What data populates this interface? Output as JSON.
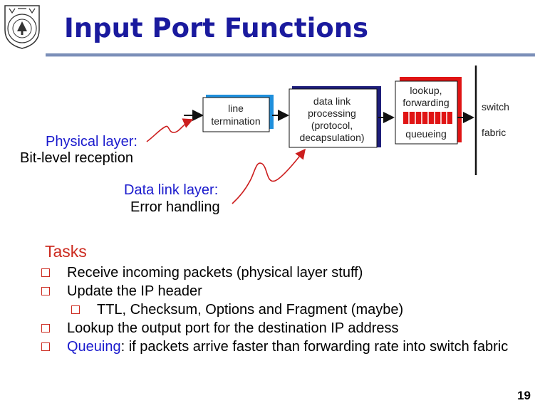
{
  "header": {
    "title": "Input Port Functions"
  },
  "diagram": {
    "line_termination": [
      "line",
      "termination"
    ],
    "data_link_processing": [
      "data link",
      "processing",
      "(protocol,",
      "decapsulation)"
    ],
    "lookup": [
      "lookup,",
      "forwarding"
    ],
    "queueing": "queueing",
    "switch_fabric": [
      "switch",
      "fabric"
    ],
    "colors": {
      "line_term_accent": "#1e8fdc",
      "datalink_accent": "#1e1e7a",
      "lookup_accent": "#e01414"
    }
  },
  "annotations": {
    "physical_title": "Physical layer:",
    "physical_desc": "Bit-level reception",
    "datalink_title": "Data link layer:",
    "datalink_desc": "Error handling"
  },
  "tasks": {
    "heading": "Tasks",
    "items": [
      {
        "text": "Receive incoming packets (physical layer stuff)"
      },
      {
        "text": "Update the IP header"
      },
      {
        "text": "TTL, Checksum, Options and Fragment (maybe)"
      },
      {
        "text": "Lookup the output port for the destination IP address"
      },
      {
        "prefix": "Queuing",
        "text": ": if packets arrive faster than forwarding rate into switch fabric"
      }
    ]
  },
  "page_number": "19"
}
